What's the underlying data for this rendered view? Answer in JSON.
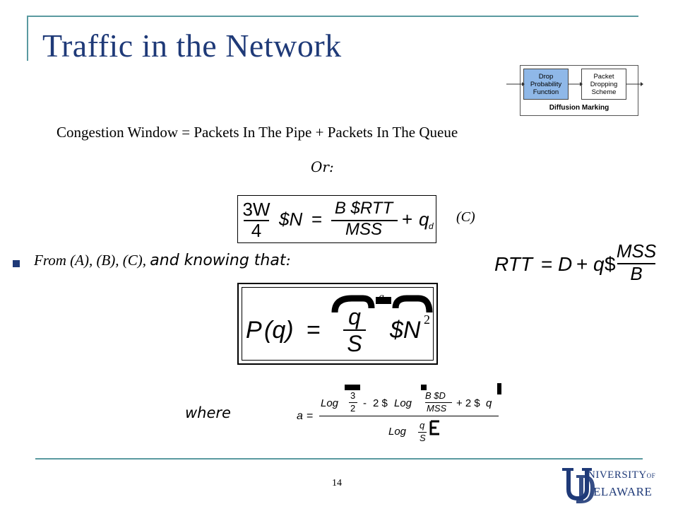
{
  "slide": {
    "title": "Traffic in the Network",
    "congestion_line": "Congestion Window = Packets In The Pipe + Packets In The Queue",
    "or_label": "Or:",
    "eq_c_label": "(C)",
    "bullet_text_a": "From (A), (B), (C), ",
    "bullet_text_b": "and knowing that",
    "bullet_colon": ":",
    "where_label": "where",
    "page_number": "14"
  },
  "diagram": {
    "box1": "Drop Probability Function",
    "box2": "Packet Dropping Scheme",
    "caption": "Diffusion Marking"
  },
  "equations": {
    "eq1": {
      "num_left": "3W",
      "den_left": "4",
      "dollar_n": "$N",
      "eq": "=",
      "num_right": "B $RTT",
      "den_right": "MSS",
      "plus": "+",
      "q": "q",
      "sub": "d"
    },
    "eq2": {
      "lhs": "RTT",
      "eq": "=",
      "d": "D",
      "plus": "+",
      "q": "q",
      "dollar": "$",
      "num": "MSS",
      "den": "B"
    },
    "eq3": {
      "p": "P",
      "q_arg": "(q)",
      "eq": "=",
      "num": "q",
      "den": "S",
      "dollar_n": "$N",
      "exp": "2",
      "alpha": "a"
    },
    "eq4": {
      "a": "a",
      "eq": "=",
      "log1": "Log",
      "frac_num": "3",
      "frac_den": "2",
      "minus": "-",
      "two_dollar": "2 $",
      "log2": "Log",
      "inner_num": "B $D",
      "inner_den": "MSS",
      "plus": "+ 2 $",
      "qd": "q",
      "den_log": "Log",
      "den_q": "q",
      "den_s": "S"
    }
  },
  "logo": {
    "line1": "NIVERSITY",
    "of": "OF",
    "line2": "ELAWARE"
  },
  "colors": {
    "title": "#1f3a78",
    "rule": "#5a9aa0",
    "diagram_highlight": "#8fb8e8"
  }
}
